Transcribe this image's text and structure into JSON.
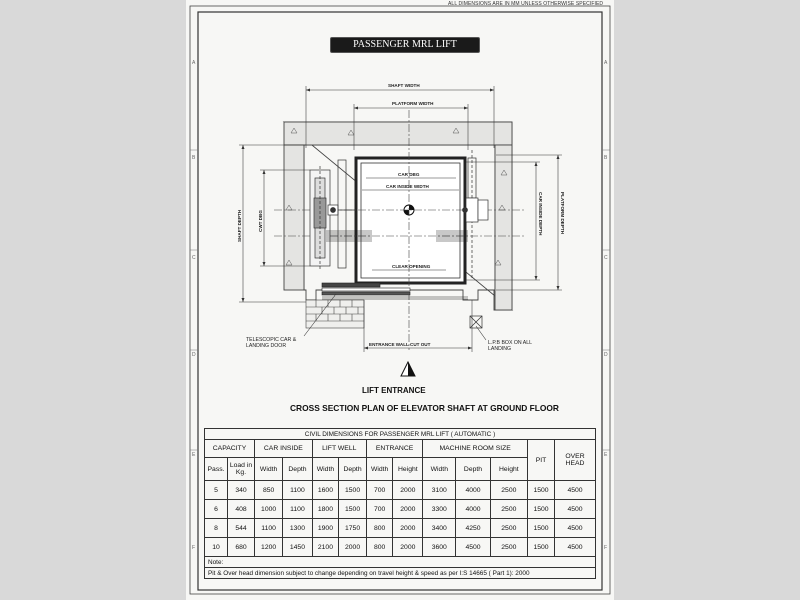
{
  "top_note": "ALL DIMENSIONS ARE IN MM UNLESS OTHERWISE SPECIFIED",
  "title": "PASSENGER MRL LIFT",
  "border_letters": [
    "A",
    "B",
    "C",
    "D",
    "E",
    "F"
  ],
  "plan_labels": {
    "shaft_width": "SHAFT WIDTH",
    "platform_width": "PLATFORM WIDTH",
    "car_dbg": "CAR DBG",
    "car_inside_width": "CAR INSIDE WIDTH",
    "clear_opening": "CLEAR OPENING",
    "shaft_depth": "SHAFT DEPTH",
    "cwt_dbg": "CWT DBG",
    "car_inside_depth": "CAR INSIDE DEPTH",
    "platform_depth": "PLATFORM DEPTH",
    "entrance_wall_cut_out": "ENTRANCE WALL CUT OUT",
    "telescopic_car_landing_door": "TELESCOPIC CAR & LANDING DOOR",
    "lpb_box": "L.P.B BOX ON ALL LANDING"
  },
  "lift_entrance": "LIFT ENTRANCE",
  "section_title": "CROSS SECTION PLAN OF ELEVATOR SHAFT AT GROUND FLOOR",
  "table": {
    "caption": "CIVIL DIMENSIONS FOR PASSENGER MRL LIFT ( AUTOMATIC )",
    "groups": {
      "capacity": "CAPACITY",
      "car_inside": "CAR INSIDE",
      "lift_well": "LIFT WELL",
      "entrance": "ENTRANCE",
      "machine_room_size": "MACHINE ROOM SIZE",
      "pit": "PIT",
      "over_head": "OVER HEAD"
    },
    "sub": {
      "pass": "Pass.",
      "load": "Load in Kg.",
      "width": "Width",
      "depth": "Depth",
      "height": "Height"
    },
    "rows": [
      [
        "5",
        "340",
        "850",
        "1100",
        "1600",
        "1500",
        "700",
        "2000",
        "3100",
        "4000",
        "2500",
        "1500",
        "4500"
      ],
      [
        "6",
        "408",
        "1000",
        "1100",
        "1800",
        "1500",
        "700",
        "2000",
        "3300",
        "4000",
        "2500",
        "1500",
        "4500"
      ],
      [
        "8",
        "544",
        "1100",
        "1300",
        "1900",
        "1750",
        "800",
        "2000",
        "3400",
        "4250",
        "2500",
        "1500",
        "4500"
      ],
      [
        "10",
        "680",
        "1200",
        "1450",
        "2100",
        "2000",
        "800",
        "2000",
        "3600",
        "4500",
        "2500",
        "1500",
        "4500"
      ]
    ],
    "note_label": "Note:",
    "note_text": "Pit & Over head dimension subject to change depending on travel height & speed as per I:S 14665 ( Part 1): 2000"
  }
}
